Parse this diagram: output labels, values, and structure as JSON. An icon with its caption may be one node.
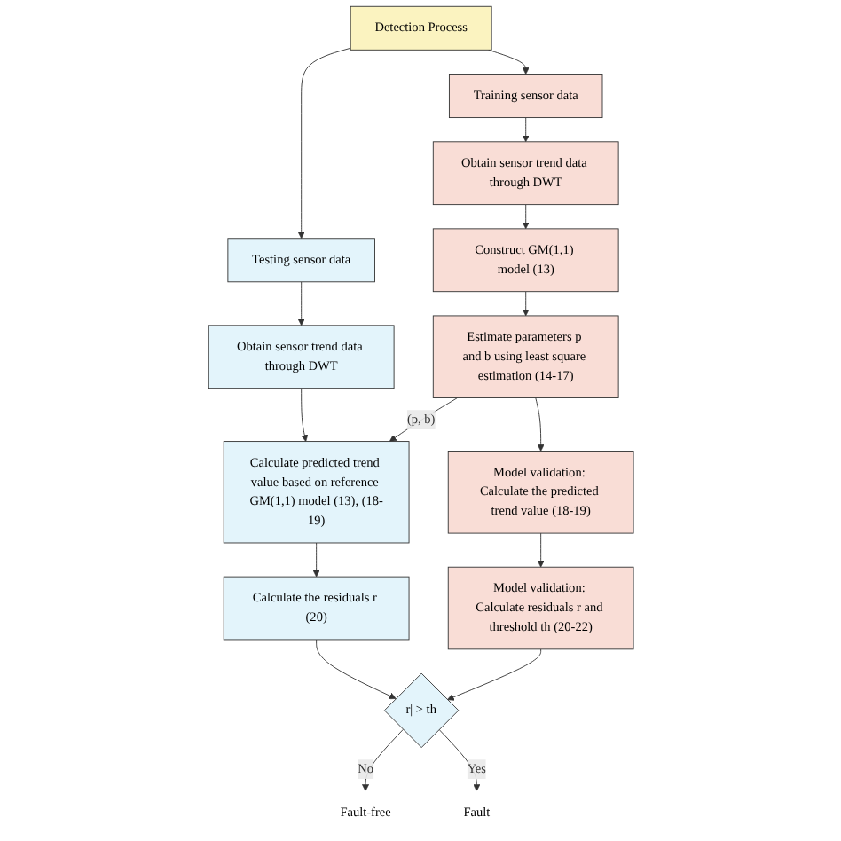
{
  "diagram": {
    "nodes": [
      {
        "text": [
          "Detection Process"
        ]
      },
      {
        "text": [
          "Training sensor data"
        ]
      },
      {
        "text": [
          "Obtain sensor trend data through DWT"
        ]
      },
      {
        "text": [
          "Construct GM(1,1) model (13)"
        ]
      },
      {
        "text": [
          "Estimate parameters p and b using least square estimation (14-17)"
        ]
      },
      {
        "text": [
          "Model validation: Calculate the predicted trend value (18-19)"
        ]
      },
      {
        "text": [
          "Model validation: Calculate residuals r and threshold th (20-22)"
        ]
      },
      {
        "text": [
          "Testing sensor data"
        ]
      },
      {
        "text": [
          "Obtain sensor trend data through DWT"
        ]
      },
      {
        "text": [
          "Calculate predicted trend value based on reference GM(1,1) model (13), (18-19)"
        ]
      },
      {
        "text": [
          "Calculate the residuals r (20)"
        ]
      },
      {
        "text": [
          "r| > th"
        ]
      },
      {
        "text": [
          "Fault-free"
        ]
      },
      {
        "text": [
          "Fault"
        ]
      }
    ],
    "edges": [
      {
        "from": 0,
        "to": 1,
        "arrow": "to"
      },
      {
        "from": 0,
        "to": 7,
        "arrow": "to"
      },
      {
        "from": 1,
        "to": 2,
        "arrow": "to"
      },
      {
        "from": 2,
        "to": 3,
        "arrow": "to"
      },
      {
        "from": 3,
        "to": 4,
        "arrow": "to"
      },
      {
        "from": 4,
        "to": 5,
        "arrow": "to"
      },
      {
        "from": 5,
        "to": 6,
        "arrow": "to"
      },
      {
        "from": 7,
        "to": 8,
        "arrow": "to"
      },
      {
        "from": 8,
        "to": 9,
        "arrow": "to"
      },
      {
        "from": 4,
        "to": 9,
        "arrow": "to",
        "label": "(p, b)"
      },
      {
        "from": 9,
        "to": 10,
        "arrow": "to"
      },
      {
        "from": 10,
        "to": 11,
        "arrow": "to"
      },
      {
        "from": 6,
        "to": 11,
        "arrow": "to"
      },
      {
        "from": 11,
        "to": 12,
        "arrow": "to",
        "label": "No"
      },
      {
        "from": 11,
        "to": 13,
        "arrow": "to",
        "label": "Yes"
      }
    ]
  }
}
